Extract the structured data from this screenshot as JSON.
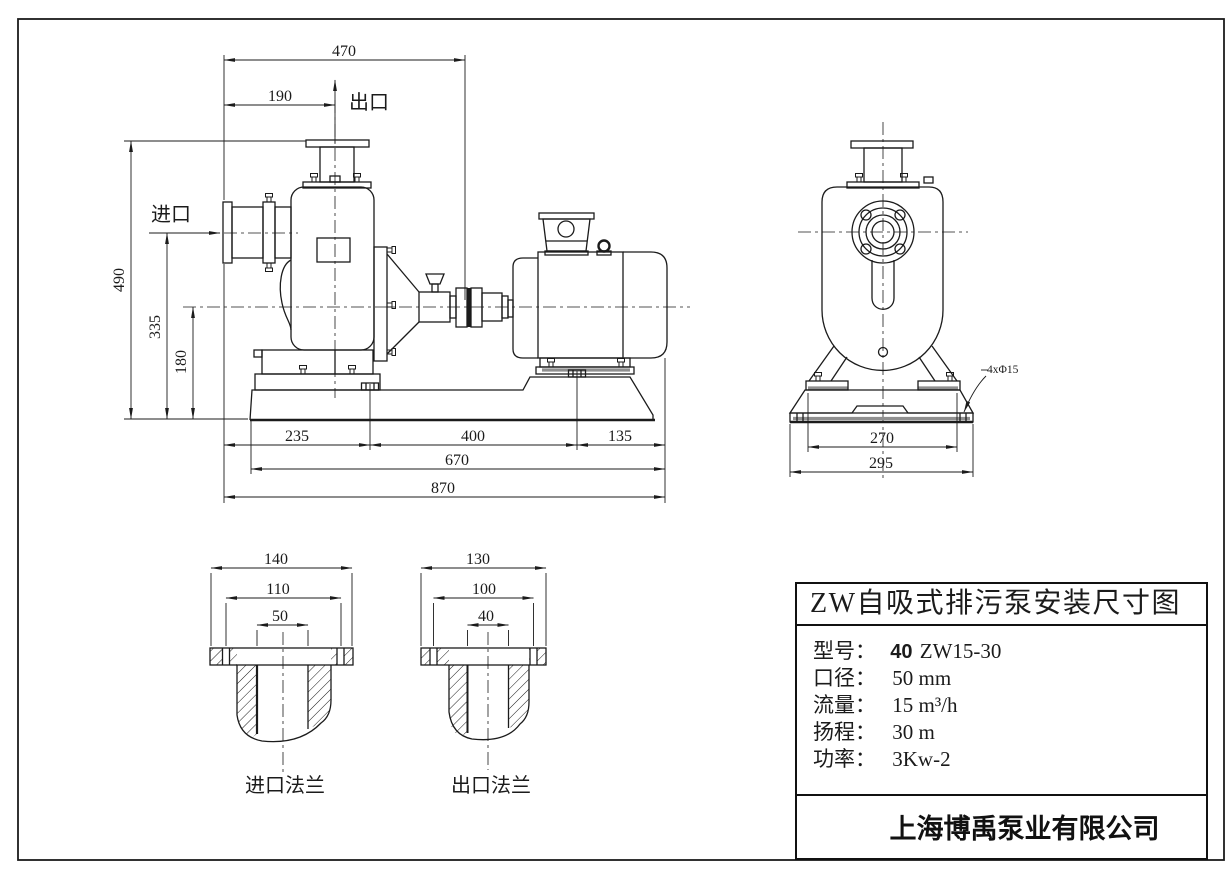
{
  "colors": {
    "line": "#1b1b1b",
    "background": "#ffffff"
  },
  "side_view": {
    "outlet_label": "出口",
    "inlet_label": "进口",
    "dims": {
      "top_width": "470",
      "outlet_offset": "190",
      "height_total": "490",
      "inlet_height": "335",
      "shaft_height": "180",
      "foot_left": "235",
      "foot_span": "400",
      "foot_right": "135",
      "base_length": "670",
      "total_length": "870"
    }
  },
  "front_view": {
    "holes_label": "4xΦ15",
    "dims": {
      "foot_width": "270",
      "base_width": "295"
    }
  },
  "inlet_flange": {
    "caption": "进口法兰",
    "dims": {
      "outer": "140",
      "bolt_circle": "110",
      "bore": "50"
    }
  },
  "outlet_flange": {
    "caption": "出口法兰",
    "dims": {
      "outer": "130",
      "bolt_circle": "100",
      "bore": "40"
    }
  },
  "title_block": {
    "title": "ZW自吸式排污泵安装尺寸图",
    "specs": [
      {
        "label": "型号：",
        "value_bold": "40",
        "value": "ZW15-30"
      },
      {
        "label": "口径：",
        "value": "50 mm"
      },
      {
        "label": "流量：",
        "value": "15 m³/h"
      },
      {
        "label": "扬程：",
        "value": "30 m"
      },
      {
        "label": "功率：",
        "value": "3Kw-2"
      }
    ],
    "company": "上海博禹泵业有限公司"
  }
}
